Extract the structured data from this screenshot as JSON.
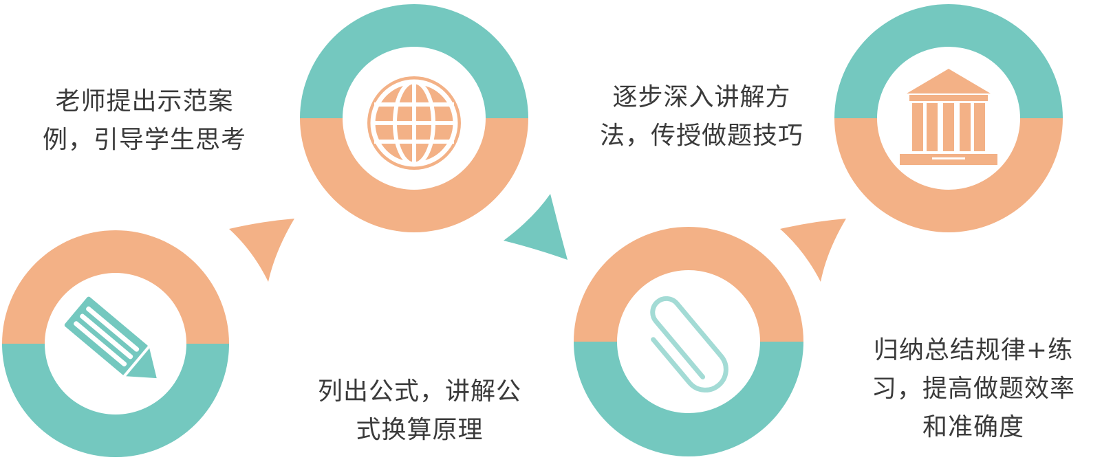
{
  "colors": {
    "teal": "#74c8bf",
    "orange": "#f3b186",
    "white": "#ffffff",
    "text": "#3a3a3a"
  },
  "steps": [
    {
      "lines": [
        "老师提出示范案",
        "例，引导学生思考"
      ],
      "icon": "pencil-icon",
      "ring_top_color": "orange",
      "ring_bottom_color": "teal"
    },
    {
      "lines": [
        "列出公式，讲解公",
        "式换算原理"
      ],
      "icon": "globe-icon",
      "ring_top_color": "teal",
      "ring_bottom_color": "orange"
    },
    {
      "lines": [
        "逐步深入讲解方",
        "法，传授做题技巧"
      ],
      "icon": "paperclip-icon",
      "ring_top_color": "orange",
      "ring_bottom_color": "teal"
    },
    {
      "lines": [
        "归纳总结规律+练",
        "习，提高做题效率",
        "和准确度"
      ],
      "icon": "bank-icon",
      "ring_top_color": "teal",
      "ring_bottom_color": "orange"
    }
  ],
  "arrows": [
    {
      "from": 1,
      "to": 2,
      "color": "orange"
    },
    {
      "from": 2,
      "to": 3,
      "color": "teal"
    },
    {
      "from": 3,
      "to": 4,
      "color": "orange"
    }
  ]
}
